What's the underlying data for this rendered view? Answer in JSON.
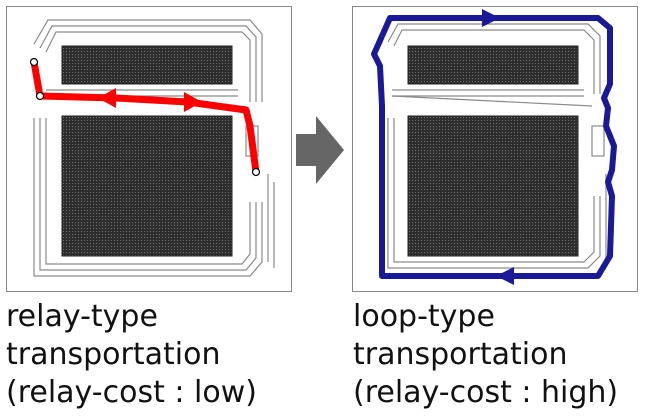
{
  "colors": {
    "panel_border": "#888888",
    "track": "#8a8a8a",
    "block": "#3a3a3a",
    "relay_route": "#ff0000",
    "loop_route": "#1a1a99",
    "transition_arrow": "#666666"
  },
  "left": {
    "caption_lines": [
      "relay-type",
      "transportation",
      "(relay-cost : low)"
    ]
  },
  "right": {
    "caption_lines": [
      "loop-type",
      "transportation",
      "(relay-cost : high)"
    ]
  }
}
